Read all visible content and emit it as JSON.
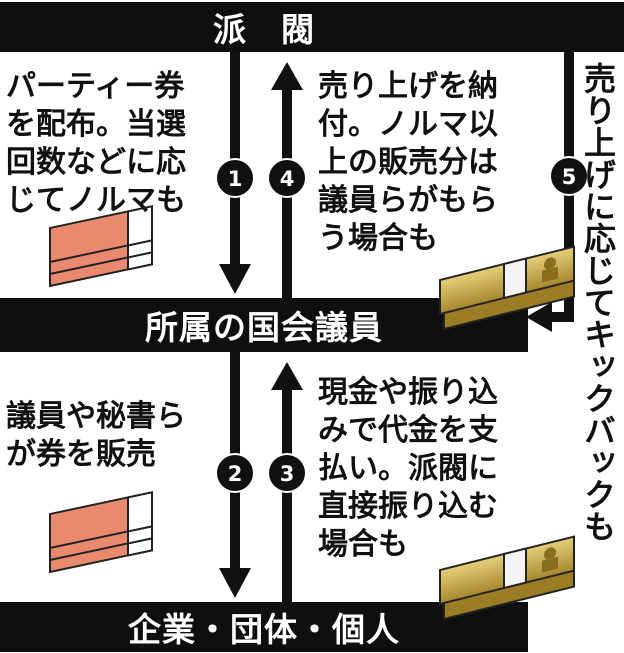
{
  "nodes": {
    "faction": "派　閥",
    "member": "所属の国会議員",
    "companies": "企業・団体・個人"
  },
  "steps": [
    {
      "number": "1",
      "text": "パーティー券\nを配布。当選\n回数などに応\nじてノルマも"
    },
    {
      "number": "2",
      "text": "議員や秘書ら\nが券を販売"
    },
    {
      "number": "3",
      "text": "現金や振り込\nみで代金を支\n払い。派閥に\n直接振り込む\n場合も"
    },
    {
      "number": "4",
      "text": "売り上げを納\n付。ノルマ以\n上の販売分は\n議員らがもら\nう場合も"
    },
    {
      "number": "5",
      "text": "売り上げに応じてキックバックも"
    }
  ],
  "colors": {
    "band": "#0f0f0f",
    "ticket": "#e98a6e",
    "money": "#c6a94a"
  },
  "icons": [
    "ticket-stack-icon",
    "cash-bundle-icon"
  ]
}
